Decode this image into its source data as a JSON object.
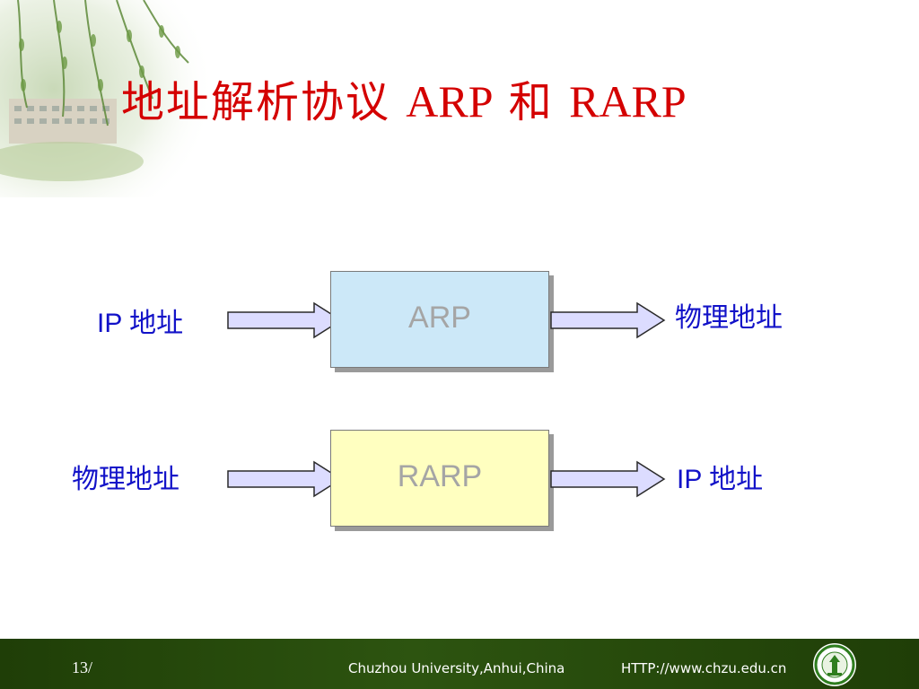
{
  "slide": {
    "title_cjk": "地址解析协议 ",
    "title_arp": "ARP",
    "title_he": " 和 ",
    "title_rarp": "RARP",
    "colors": {
      "title": "#d40000",
      "label": "#1212c8",
      "arp_box": "#cce8f8",
      "rarp_box": "#ffffc0",
      "arrow_fill": "#dcdcff",
      "footer": "#2d5410"
    }
  },
  "diagram": {
    "row1": {
      "input": "IP 地址",
      "process": "ARP",
      "output": "物理地址"
    },
    "row2": {
      "input": "物理地址",
      "process": "RARP",
      "output": "IP 地址"
    }
  },
  "footer": {
    "page": "13/",
    "university": "Chuzhou University,Anhui,China",
    "url": "HTTP://www.chzu.edu.cn",
    "logo_icon": "university-seal-icon"
  }
}
